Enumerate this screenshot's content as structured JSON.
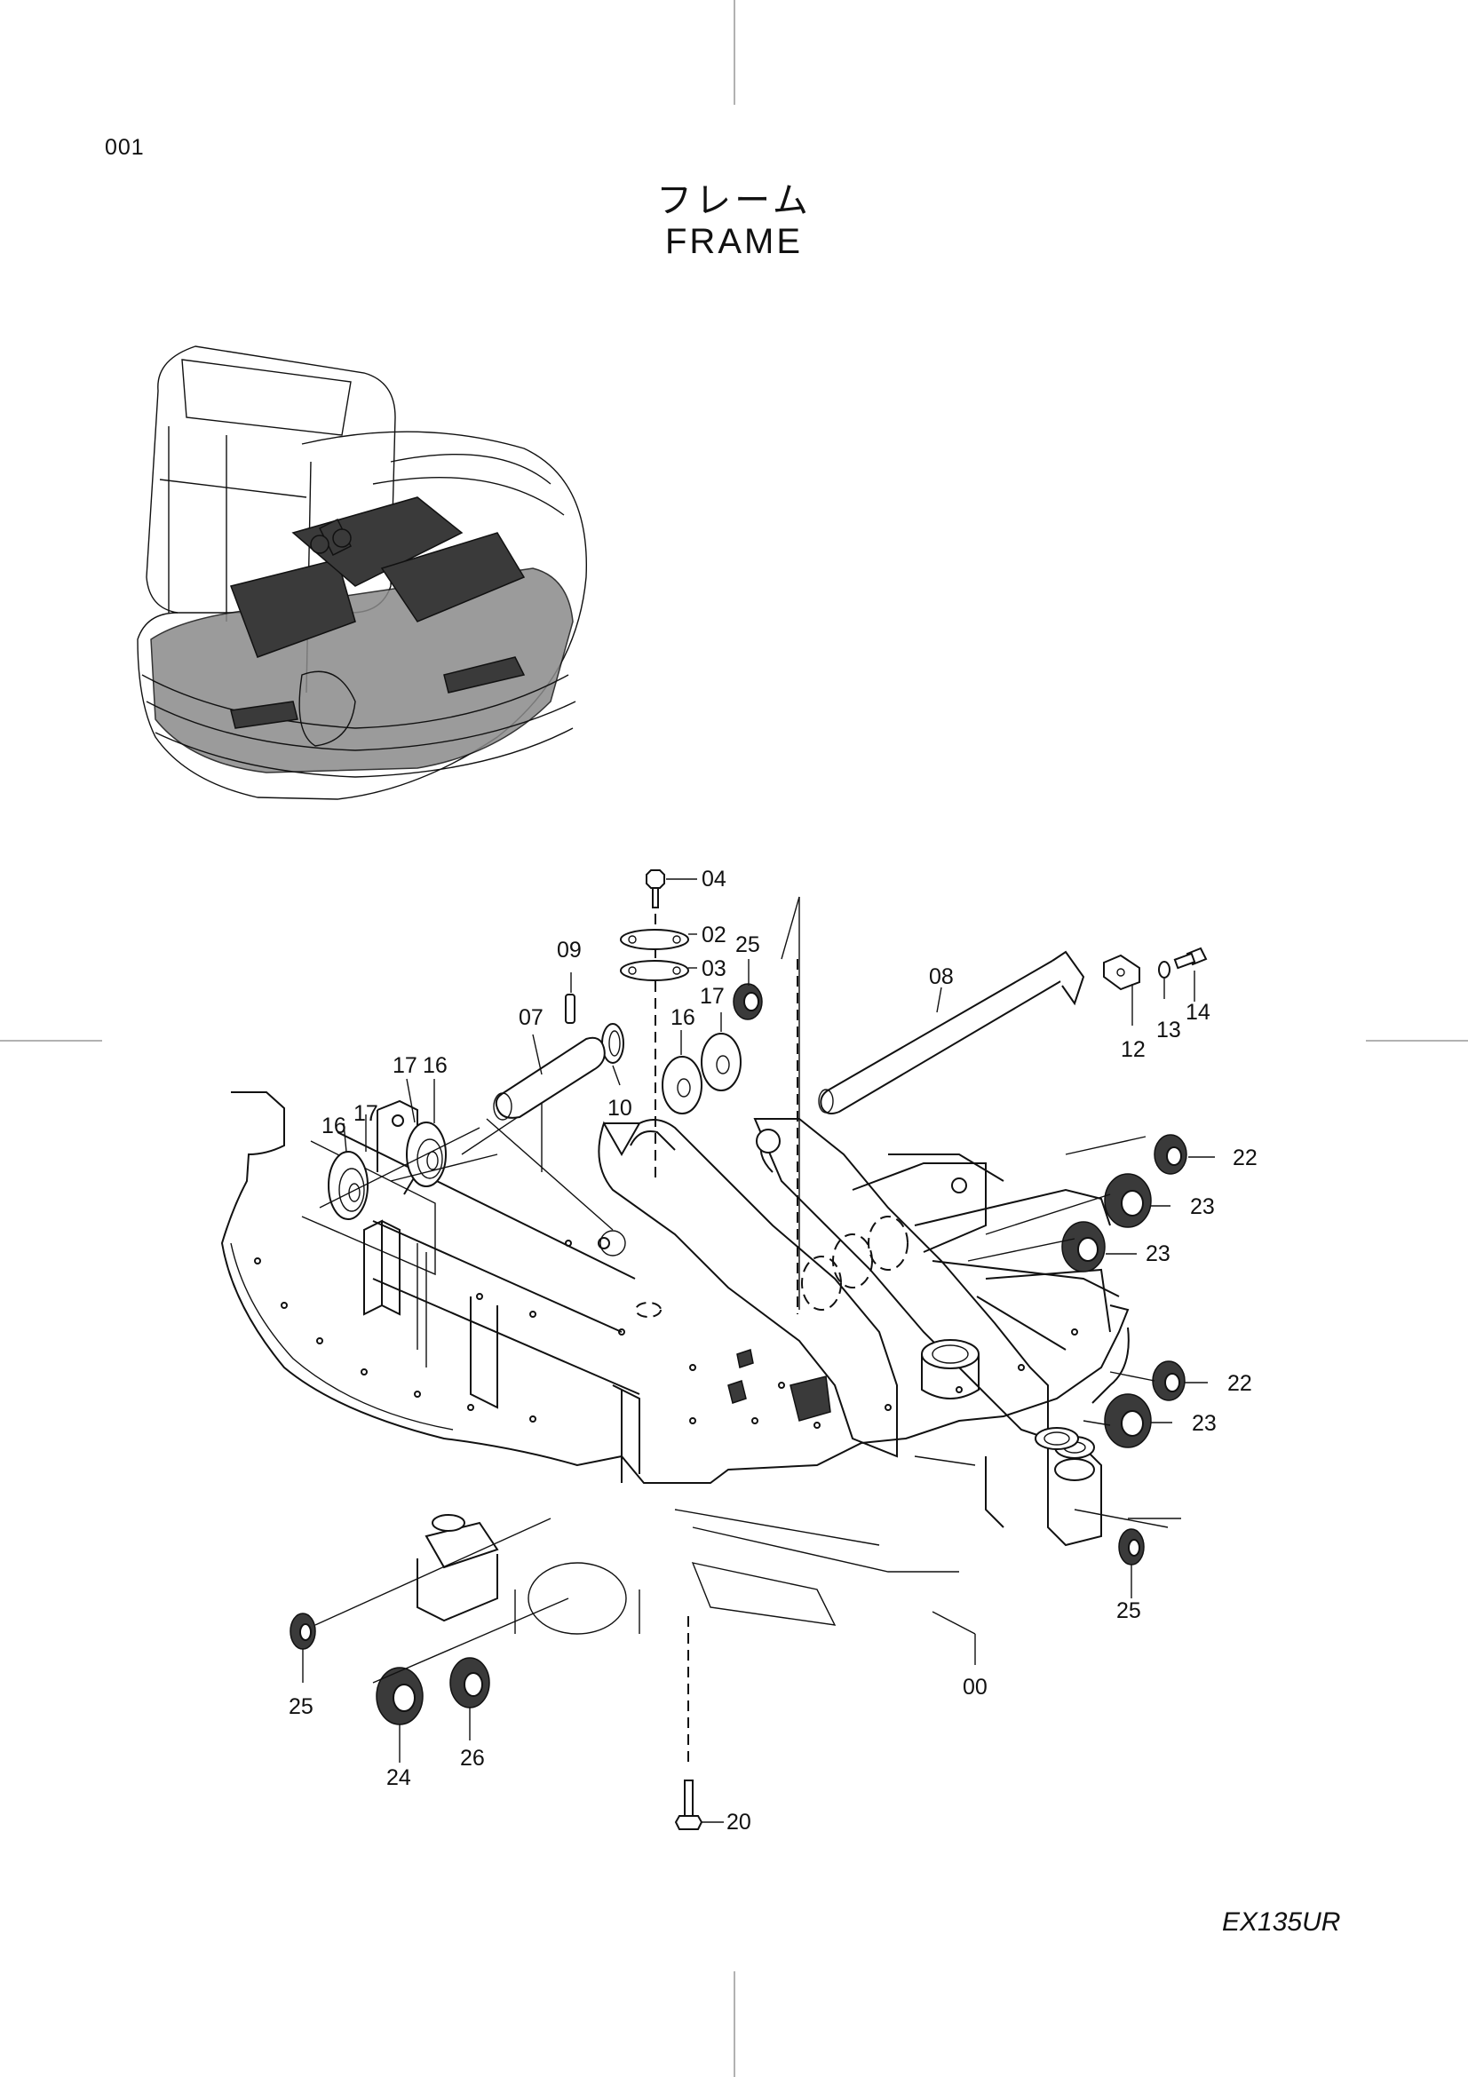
{
  "page_number": "001",
  "title_ja": "フレーム",
  "title_en": "FRAME",
  "model": "EX135UR",
  "callouts": {
    "c00": "00",
    "c02": "02",
    "c03": "03",
    "c04": "04",
    "c07": "07",
    "c08": "08",
    "c09": "09",
    "c10": "10",
    "c12": "12",
    "c13": "13",
    "c14": "14",
    "c16a": "16",
    "c16b": "16",
    "c16c": "16",
    "c17a": "17",
    "c17b": "17",
    "c17c": "17",
    "c20": "20",
    "c22a": "22",
    "c22b": "22",
    "c23a": "23",
    "c23b": "23",
    "c23c": "23",
    "c24": "24",
    "c25a": "25",
    "c25b": "25",
    "c25c": "25",
    "c26": "26"
  }
}
